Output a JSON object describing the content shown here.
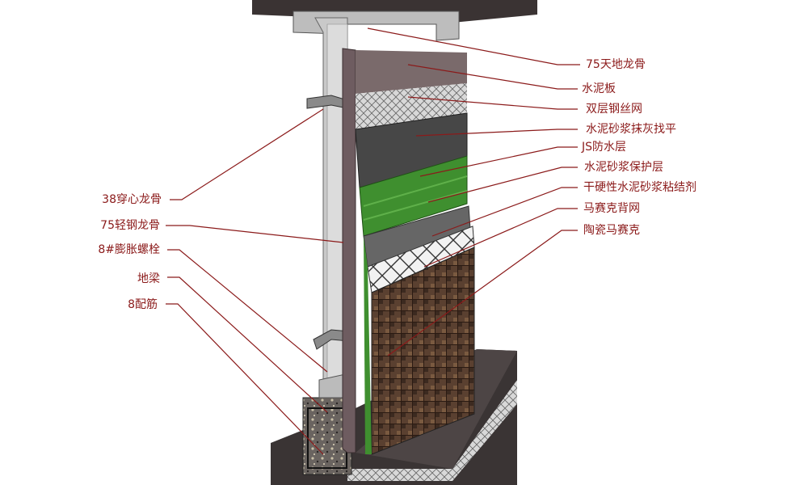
{
  "right_labels": [
    "75天地龙骨",
    "水泥板",
    "双层钢丝网",
    "水泥砂浆抹灰找平",
    "JS防水层",
    "水泥砂浆保护层",
    "干硬性水泥砂浆粘结剂",
    "马赛克背网",
    "陶瓷马赛克"
  ],
  "left_labels": [
    "38穿心龙骨",
    "75轻钢龙骨",
    "8#膨胀螺栓",
    "地梁",
    "8配筋"
  ],
  "colors": {
    "leader": "#8b1a1a",
    "waterproof": "#3f8f2f",
    "slab": "#3a3333"
  }
}
